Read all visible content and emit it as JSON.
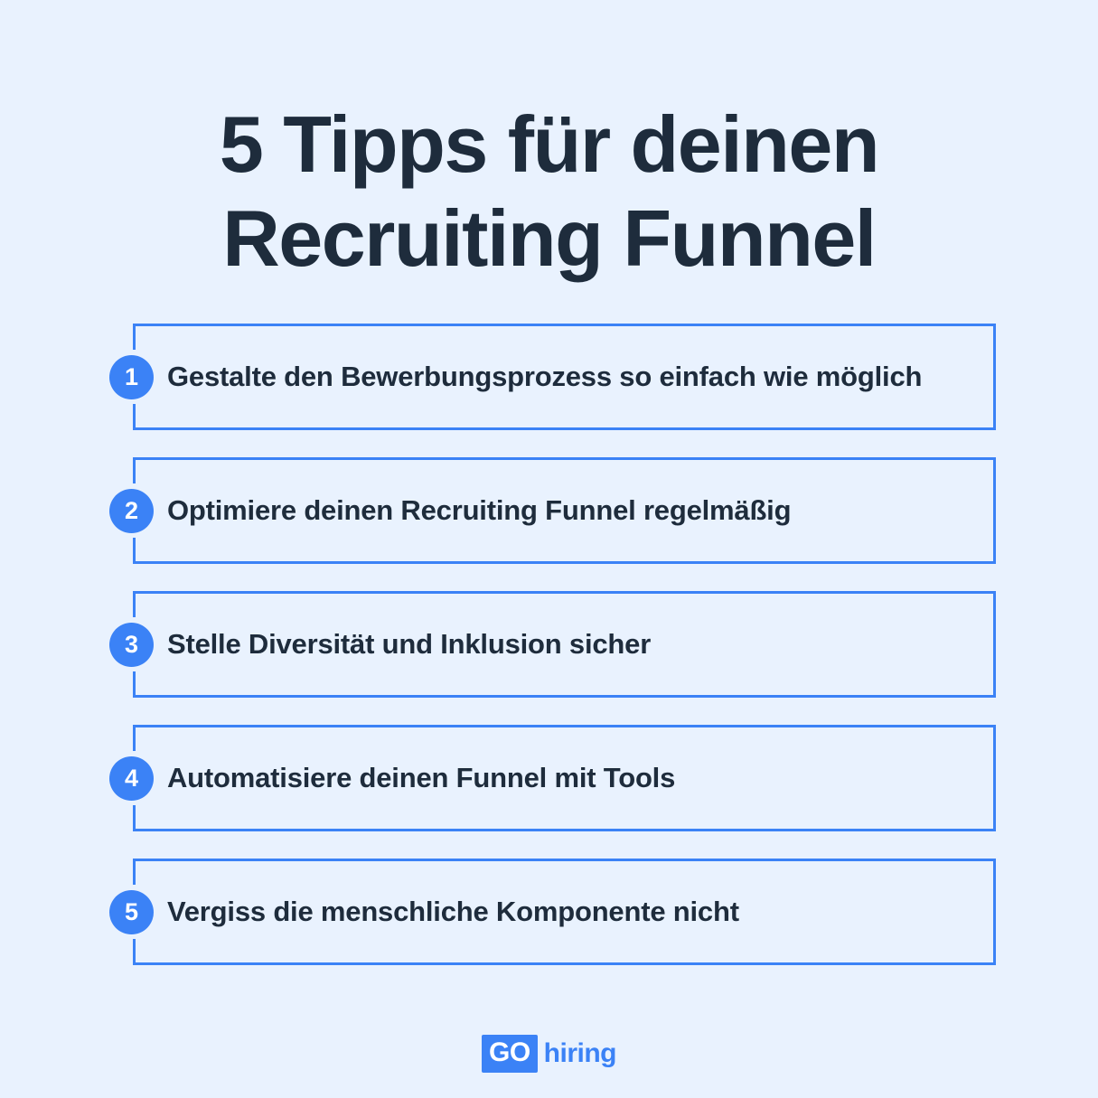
{
  "theme": {
    "background": "#e9f2fe",
    "accent_blue": "#3b82f6",
    "text_dark": "#1e2c3c",
    "badge_text": "#ffffff"
  },
  "title": {
    "line1": "5 Tipps für deinen",
    "line2": "Recruiting Funnel"
  },
  "tips": [
    {
      "number": "1",
      "text": "Gestalte den Bewerbungsprozess so einfach wie möglich"
    },
    {
      "number": "2",
      "text": "Optimiere deinen Recruiting Funnel regelmäßig"
    },
    {
      "number": "3",
      "text": "Stelle Diversität und Inklusion sicher"
    },
    {
      "number": "4",
      "text": "Automatisiere deinen Funnel mit Tools"
    },
    {
      "number": "5",
      "text": "Vergiss die menschliche Komponente nicht"
    }
  ],
  "logo": {
    "badge": "GO",
    "word": "hiring"
  }
}
